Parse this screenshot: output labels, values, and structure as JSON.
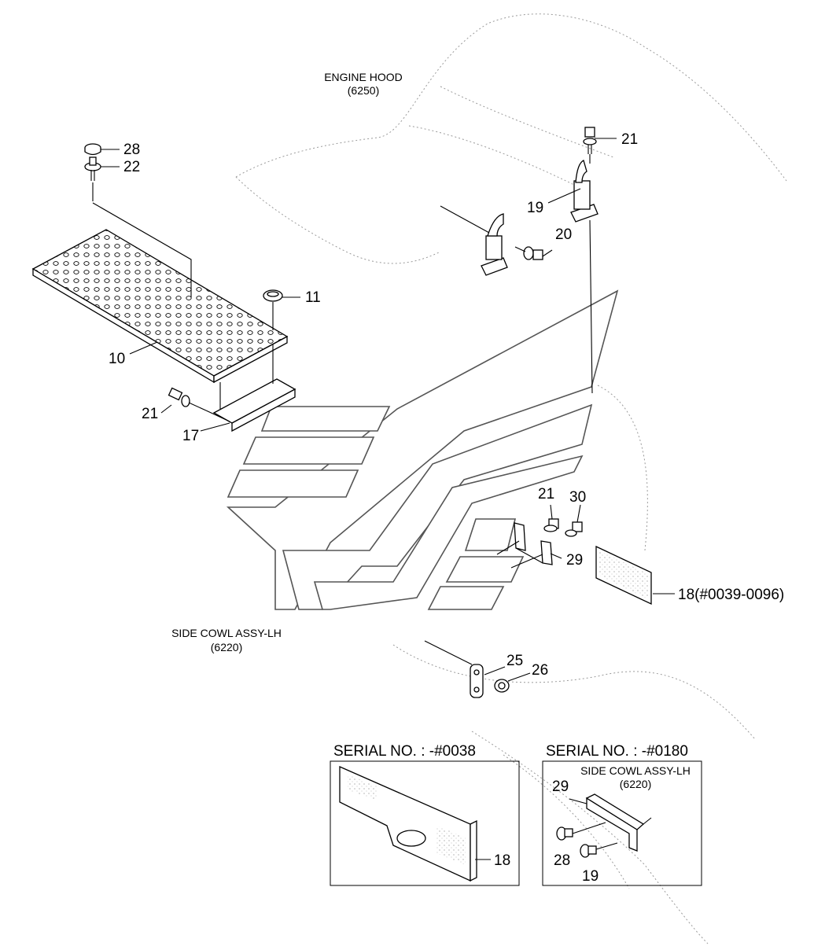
{
  "reference_labels": {
    "engine_hood_name": "ENGINE HOOD",
    "engine_hood_code": "(6250)",
    "side_cowl_name": "SIDE COWL ASSY-LH",
    "side_cowl_code": "(6220)"
  },
  "callouts": {
    "c28_top": "28",
    "c22_top": "22",
    "c21_top": "21",
    "c19_top": "19",
    "c20": "20",
    "c11": "11",
    "c10": "10",
    "c21_left": "21",
    "c17": "17",
    "c21_mid": "21",
    "c30": "30",
    "c29_mid": "29",
    "c18_range": "18(#0039-0096)",
    "c25": "25",
    "c26": "26"
  },
  "insets": {
    "left": {
      "header": "SERIAL NO. : -#0038",
      "callout_18": "18"
    },
    "right": {
      "header": "SERIAL NO. : -#0180",
      "ref_name": "SIDE COWL ASSY-LH",
      "ref_code": "(6220)",
      "callout_29": "29",
      "callout_28": "28",
      "callout_19": "19"
    }
  }
}
